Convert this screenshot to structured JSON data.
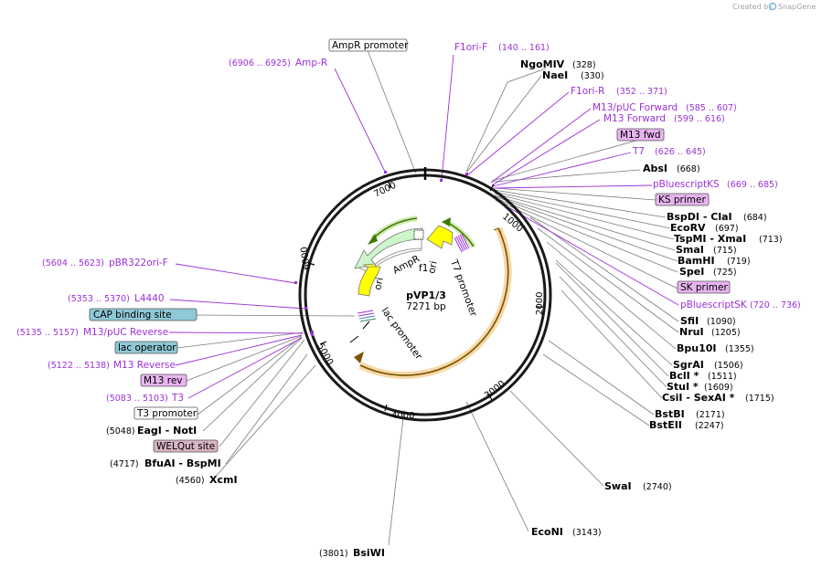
{
  "credit": {
    "prefix": "Created by",
    "brand": "SnapGene"
  },
  "plasmid": {
    "name": "pVP1/3",
    "length": "7271 bp"
  },
  "ticks": [
    "1000",
    "2000",
    "3000",
    "4000",
    "5000",
    "6000",
    "7000"
  ],
  "features": {
    "ampr": "AmpR",
    "ori": "ori",
    "f1ori_a": "f1",
    "f1ori_b": "ori",
    "t7": "T7 promoter",
    "lac": "lac promoter"
  },
  "right_labels": [
    {
      "name": "NgoMIV",
      "pos": "(328)",
      "kind": "enzyme"
    },
    {
      "name": "NaeI",
      "pos": "(330)",
      "kind": "enzyme"
    },
    {
      "name": "F1ori-R",
      "pos": "(352 .. 371)",
      "kind": "primer"
    },
    {
      "name": "M13/pUC Forward",
      "pos": "(585 .. 607)",
      "kind": "primer"
    },
    {
      "name": "M13 Forward",
      "pos": "(599 .. 616)",
      "kind": "primer"
    },
    {
      "name": "M13 fwd",
      "pos": "",
      "kind": "primer-box"
    },
    {
      "name": "T7",
      "pos": "(626 .. 645)",
      "kind": "primer"
    },
    {
      "name": "AbsI",
      "pos": "(668)",
      "kind": "enzyme"
    },
    {
      "name": "pBluescriptKS",
      "pos": "(669 .. 685)",
      "kind": "primer"
    },
    {
      "name": "KS primer",
      "pos": "",
      "kind": "primer-box"
    },
    {
      "name": "BspDI - ClaI",
      "pos": "(684)",
      "kind": "enzyme"
    },
    {
      "name": "EcoRV",
      "pos": "(697)",
      "kind": "enzyme"
    },
    {
      "name": "TspMI - XmaI",
      "pos": "(713)",
      "kind": "enzyme"
    },
    {
      "name": "SmaI",
      "pos": "(715)",
      "kind": "enzyme"
    },
    {
      "name": "BamHI",
      "pos": "(719)",
      "kind": "enzyme"
    },
    {
      "name": "SpeI",
      "pos": "(725)",
      "kind": "enzyme"
    },
    {
      "name": "SK primer",
      "pos": "",
      "kind": "primer-box"
    },
    {
      "name": "pBluescriptSK",
      "pos": "(720 .. 736)",
      "kind": "primer"
    },
    {
      "name": "SfiI",
      "pos": "(1090)",
      "kind": "enzyme"
    },
    {
      "name": "NruI",
      "pos": "(1205)",
      "kind": "enzyme"
    },
    {
      "name": "Bpu10I",
      "pos": "(1355)",
      "kind": "enzyme"
    },
    {
      "name": "SgrAI",
      "pos": "(1506)",
      "kind": "enzyme"
    },
    {
      "name": "BclI *",
      "pos": "(1511)",
      "kind": "enzyme"
    },
    {
      "name": "StuI *",
      "pos": "(1609)",
      "kind": "enzyme"
    },
    {
      "name": "CsiI - SexAI *",
      "pos": "(1715)",
      "kind": "enzyme"
    },
    {
      "name": "BstBI",
      "pos": "(2171)",
      "kind": "enzyme"
    },
    {
      "name": "BstEII",
      "pos": "(2247)",
      "kind": "enzyme"
    },
    {
      "name": "SwaI",
      "pos": "(2740)",
      "kind": "enzyme"
    },
    {
      "name": "EcoNI",
      "pos": "(3143)",
      "kind": "enzyme"
    }
  ],
  "left_labels": [
    {
      "name": "AmpR promoter",
      "pos": "",
      "kind": "feature-box"
    },
    {
      "name": "Amp-R",
      "pos": "(6906 .. 6925)",
      "kind": "primer"
    },
    {
      "name": "F1ori-F",
      "pos": "(140 .. 161)",
      "kind": "primer"
    },
    {
      "name": "pBR322ori-F",
      "pos": "(5604 .. 5623)",
      "kind": "primer"
    },
    {
      "name": "L4440",
      "pos": "(5353 .. 5370)",
      "kind": "primer"
    },
    {
      "name": "CAP binding site",
      "pos": "",
      "kind": "teal-box"
    },
    {
      "name": "M13/pUC Reverse",
      "pos": "(5135 .. 5157)",
      "kind": "primer"
    },
    {
      "name": "lac operator",
      "pos": "",
      "kind": "teal-box"
    },
    {
      "name": "M13 Reverse",
      "pos": "(5122 .. 5138)",
      "kind": "primer"
    },
    {
      "name": "M13 rev",
      "pos": "",
      "kind": "primer-box"
    },
    {
      "name": "T3",
      "pos": "(5083 .. 5103)",
      "kind": "primer"
    },
    {
      "name": "T3 promoter",
      "pos": "",
      "kind": "feature-box"
    },
    {
      "name": "EagI - NotI",
      "pos": "(5048)",
      "kind": "enzyme"
    },
    {
      "name": "WELQut site",
      "pos": "",
      "kind": "pink-box"
    },
    {
      "name": "BfuAI - BspMI",
      "pos": "(4717)",
      "kind": "enzyme"
    },
    {
      "name": "XcmI",
      "pos": "(4560)",
      "kind": "enzyme"
    },
    {
      "name": "BsiWI",
      "pos": "(3801)",
      "kind": "enzyme"
    }
  ],
  "colors": {
    "primer": "#9b30d8",
    "ori": "#ffff00",
    "ampr": "#ccf5cc",
    "cds_arc": "#f0b84a",
    "teal": "#8fc8d6",
    "pink": "#d7b4c4",
    "primer_box": "#e8b4f0",
    "backbone": "#1a1a1a"
  }
}
